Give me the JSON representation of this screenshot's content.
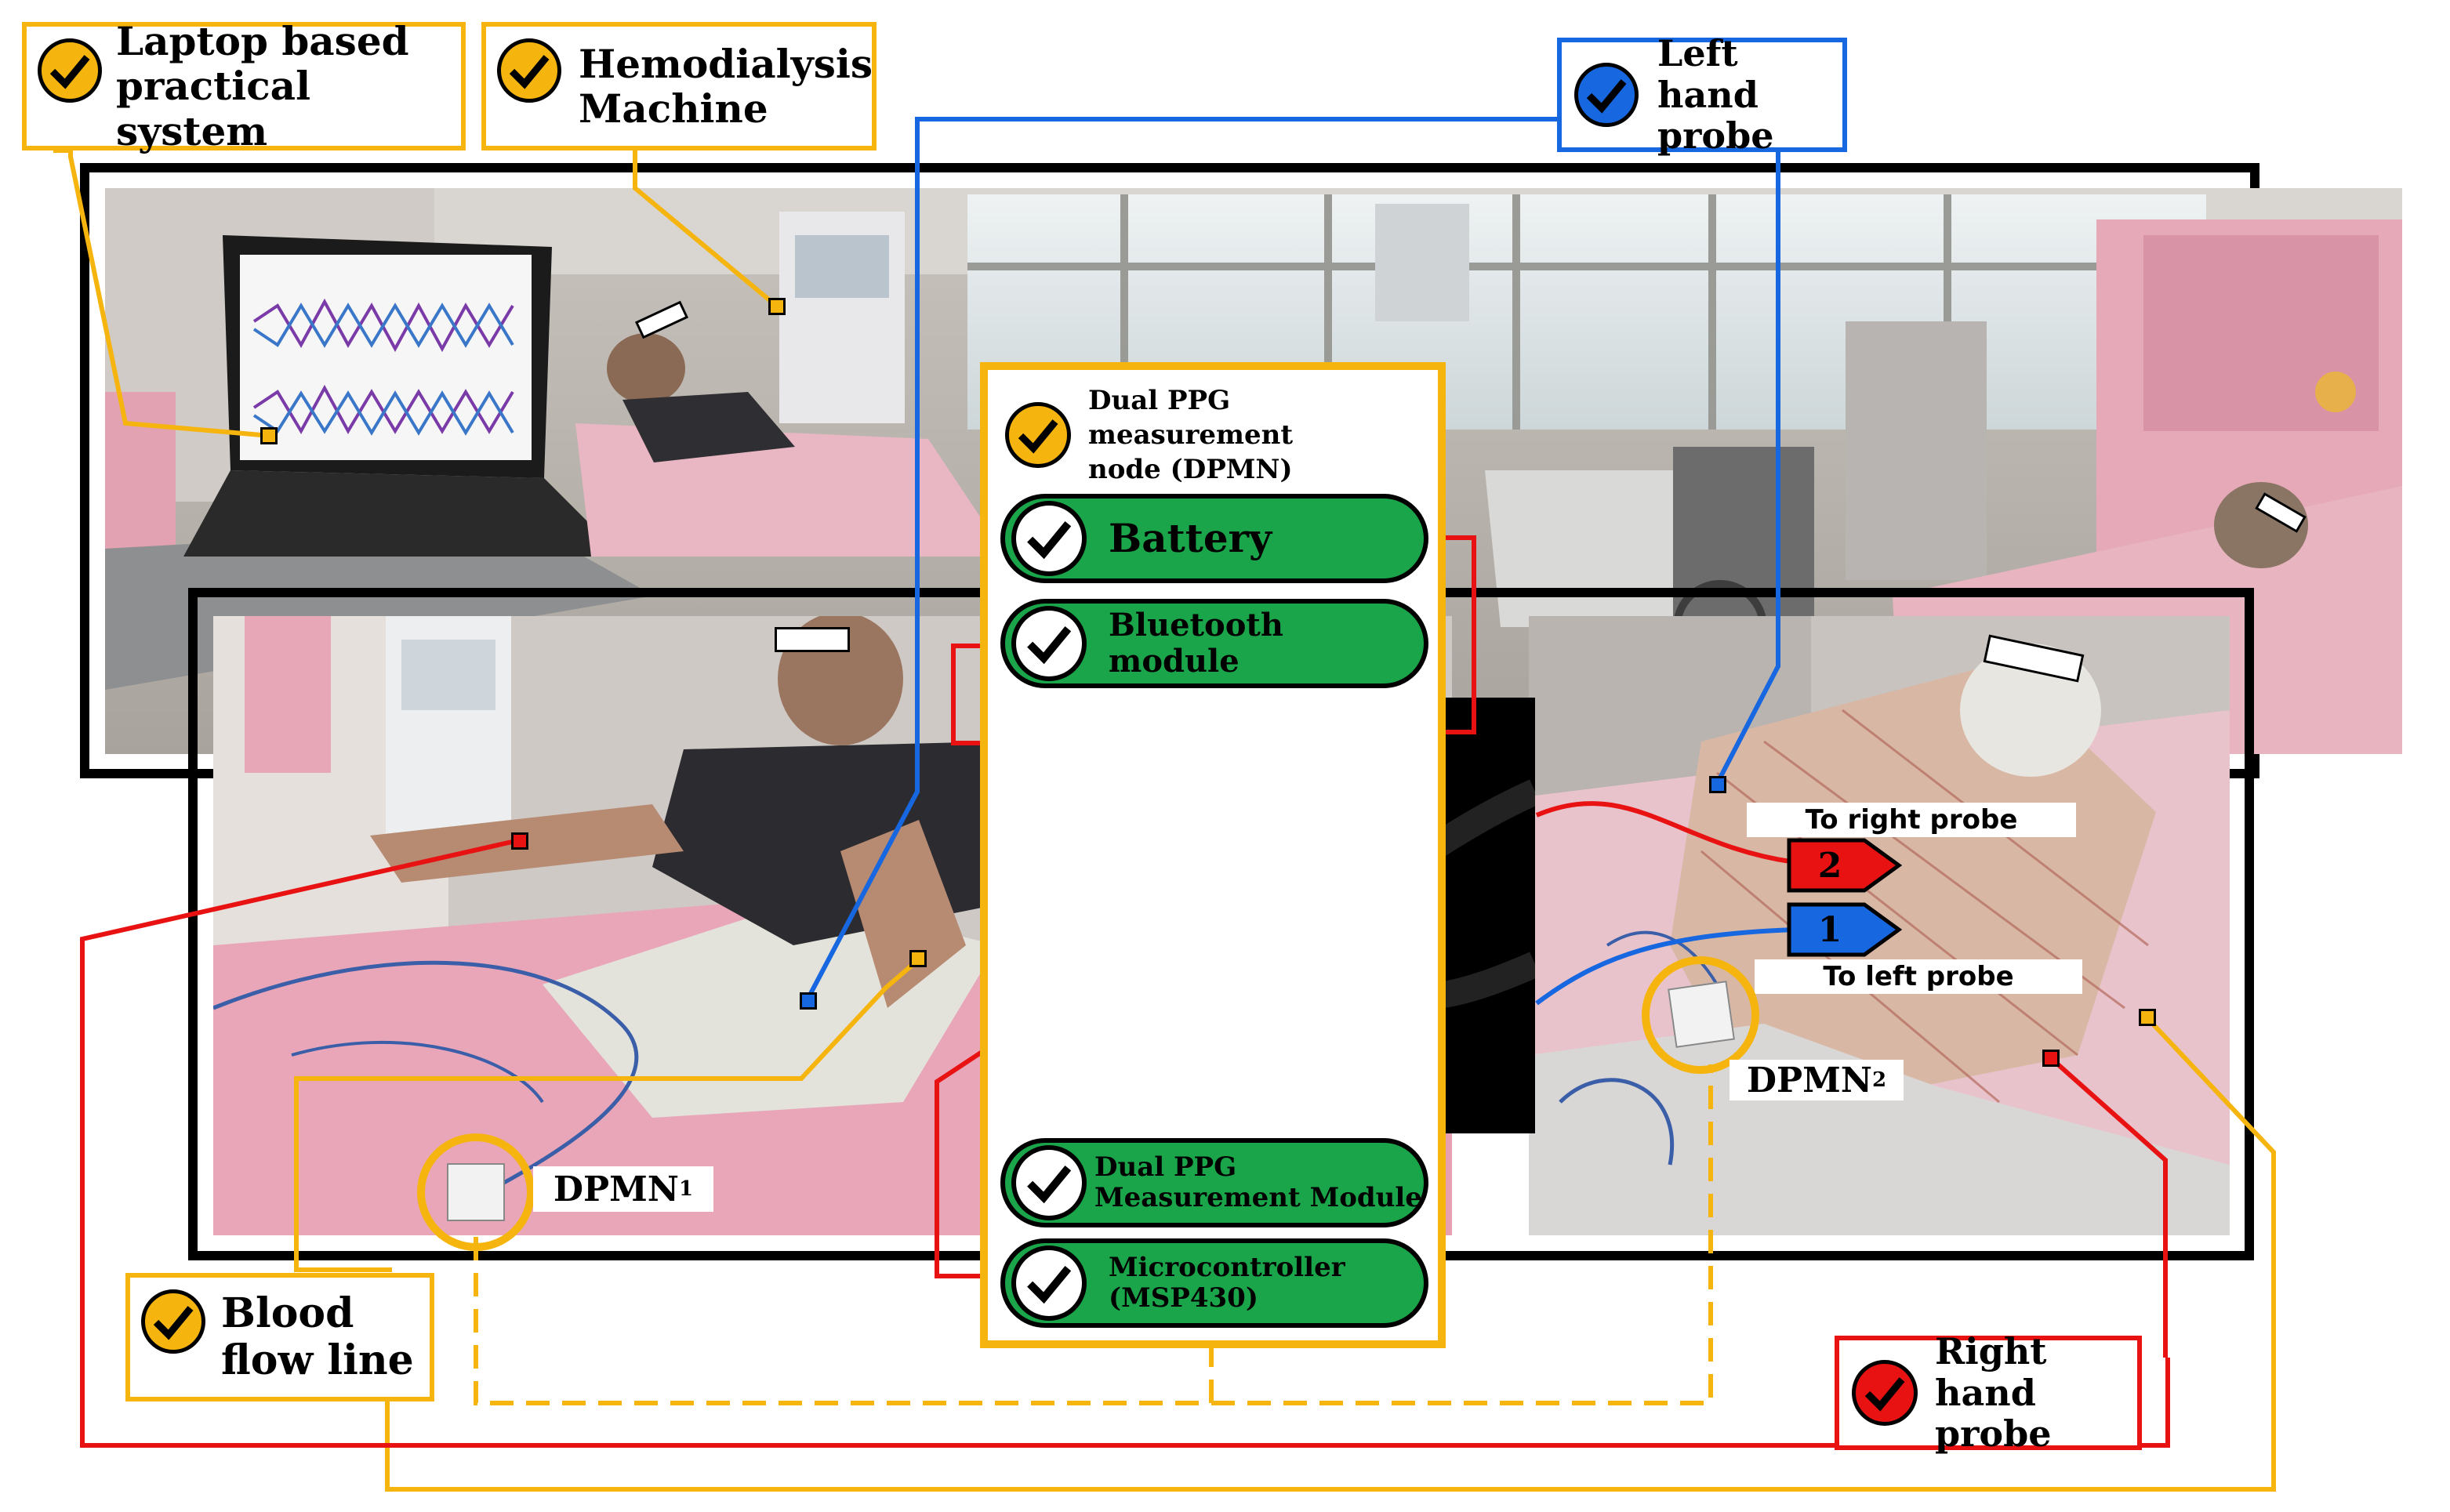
{
  "callouts": {
    "laptop": "Laptop based\npractical system",
    "hemo": "Hemodialysis\nMachine",
    "left_probe": "Left hand\nprobe",
    "dpmn": "Dual PPG measurement\nnode (DPMN)",
    "blood": "Blood\nflow line",
    "right_probe": "Right hand\nprobe"
  },
  "modules": {
    "battery": "Battery",
    "bluetooth": "Bluetooth module",
    "ppg": "Dual PPG\nMeasurement Module",
    "mcu": "Microcontroller\n(MSP430)"
  },
  "labels": {
    "to_right": "To right probe",
    "to_left": "To left probe",
    "arrow_right_num": "2",
    "arrow_left_num": "1",
    "dpmn1_main": "DPMN",
    "dpmn1_sub": "1",
    "dpmn2_main": "DPMN",
    "dpmn2_sub": "2"
  },
  "colors": {
    "yellow": "#f6b40e",
    "blue": "#1667e0",
    "red": "#e81212",
    "green": "#1aa54a"
  }
}
